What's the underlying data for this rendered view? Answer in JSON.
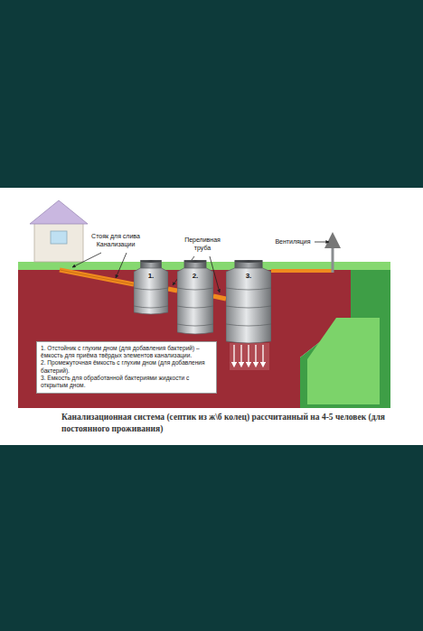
{
  "diagram": {
    "caption": "Канализационная система (септик из ж\\б колец) рассчитанный на 4-5 человек (для постоянного проживания)",
    "nodes": [
      {
        "text": [
          "1."
        ]
      },
      {
        "text": [
          "2."
        ]
      },
      {
        "text": [
          "3."
        ]
      },
      {
        "text": [
          "1. Отстойник с глухим дном (для добавления бактерий) – ёмкость для приёма твёрдых элементов канализации.",
          "2. Промежуточная ёмкость с глухим дном (для добавления бактерий).",
          "3. Ёмкость для обработанной бактериями жидкости с открытым дном."
        ]
      }
    ],
    "edges": [
      {
        "from": 0,
        "to": 1,
        "arrow": "none"
      },
      {
        "from": 1,
        "to": 2,
        "arrow": "none"
      }
    ],
    "labels": [
      "Стояк для слива Канализации",
      "Переливная труба",
      "Вентиляция"
    ]
  }
}
